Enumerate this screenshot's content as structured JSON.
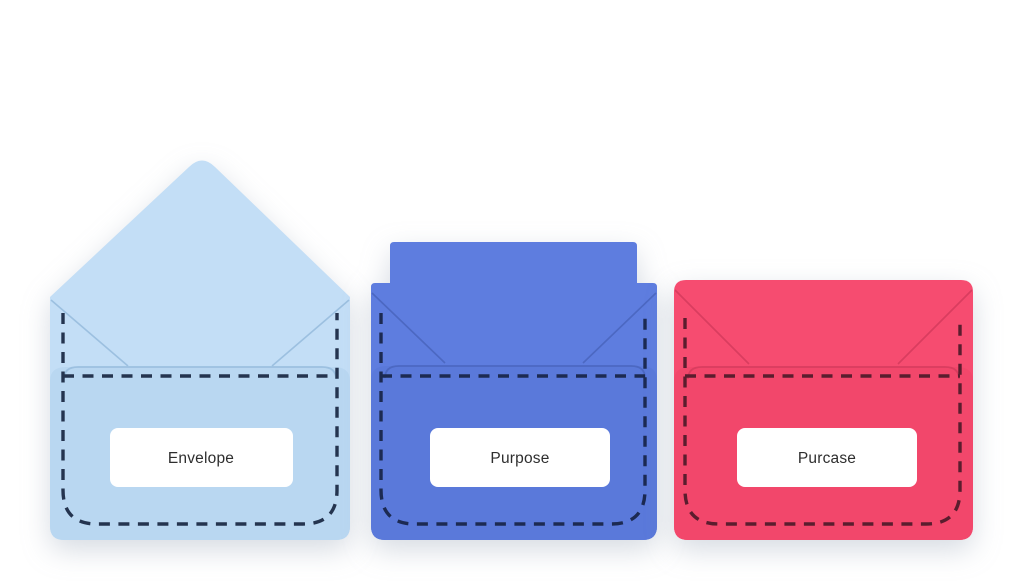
{
  "canvas": {
    "background": "#ffffff"
  },
  "envelopes": [
    {
      "name": "envelope-open-flap",
      "label": "Envelope",
      "colors": {
        "body": "#c3def6",
        "pocket": "#b9d7f1",
        "fold_line": "#9cc0e0",
        "dash": "#24344f",
        "label_bg": "#ffffff",
        "label_text": "#2e2e2e"
      }
    },
    {
      "name": "envelope-letter-tab",
      "label": "Purpose",
      "colors": {
        "body": "#5e7ddf",
        "pocket": "#5a79da",
        "fold_line": "#4c68c2",
        "dash": "#1c2a52",
        "label_bg": "#ffffff",
        "label_text": "#2e2e2e"
      }
    },
    {
      "name": "envelope-closed",
      "label": "Purcase",
      "colors": {
        "body": "#f64c70",
        "pocket": "#f2476b",
        "fold_line": "#d93d5f",
        "dash": "#5a1d2e",
        "label_bg": "#ffffff",
        "label_text": "#2e2e2e"
      }
    }
  ]
}
